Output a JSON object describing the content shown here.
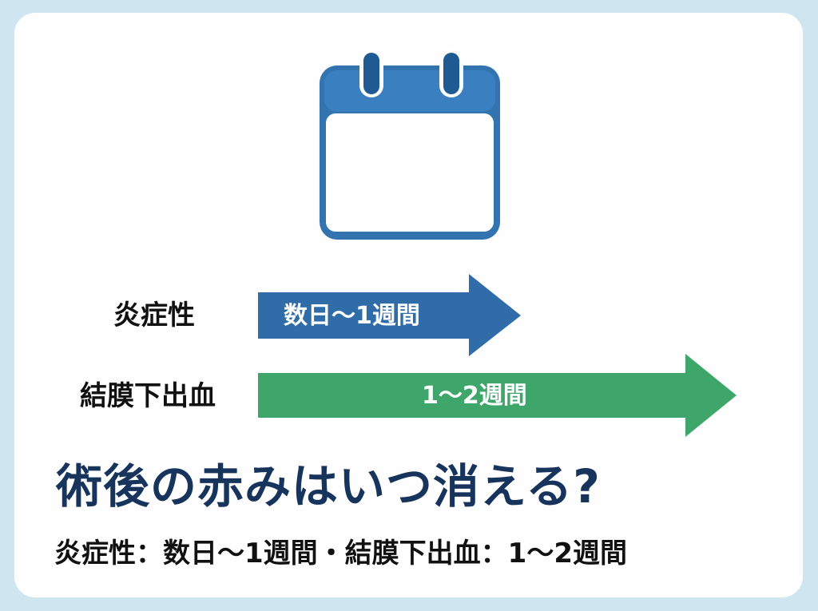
{
  "colors": {
    "background": "#cfe6f1",
    "card": "#fefefe",
    "calendar_blue": "#3273b0",
    "calendar_header": "#3a7cba",
    "calendar_ring": "#1f5a93",
    "arrow_blue": "#2f6ca8",
    "arrow_green": "#3fa66b",
    "title": "#17345c",
    "text": "#111111"
  },
  "icon": {
    "name": "calendar-icon"
  },
  "rows": [
    {
      "label": "炎症性",
      "duration": "数日〜1週間",
      "arrow_color": "blue"
    },
    {
      "label": "結膜下出血",
      "duration": "1〜2週間",
      "arrow_color": "green"
    }
  ],
  "title": "術後の赤みはいつ消える?",
  "subtitle": "炎症性：数日〜1週間・結膜下出血：1〜2週間"
}
